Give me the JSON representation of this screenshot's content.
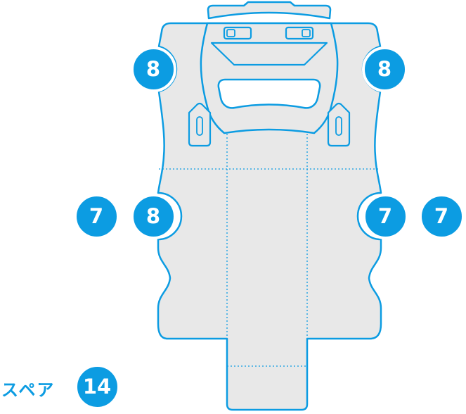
{
  "colors": {
    "accent_blue": "#0c9ce2",
    "shape_fill": "#e8e8e8",
    "background": "#ffffff",
    "badge_text": "#ffffff"
  },
  "badges": [
    {
      "position": "top-left-notch",
      "label": "8"
    },
    {
      "position": "top-right-notch",
      "label": "8"
    },
    {
      "position": "middle-far-left",
      "label": "7"
    },
    {
      "position": "middle-left-notch",
      "label": "8"
    },
    {
      "position": "middle-right-notch",
      "label": "7"
    },
    {
      "position": "middle-far-right",
      "label": "7"
    },
    {
      "position": "bottom-left-spare",
      "label": "14"
    }
  ],
  "labels": {
    "spare": "スペア"
  }
}
